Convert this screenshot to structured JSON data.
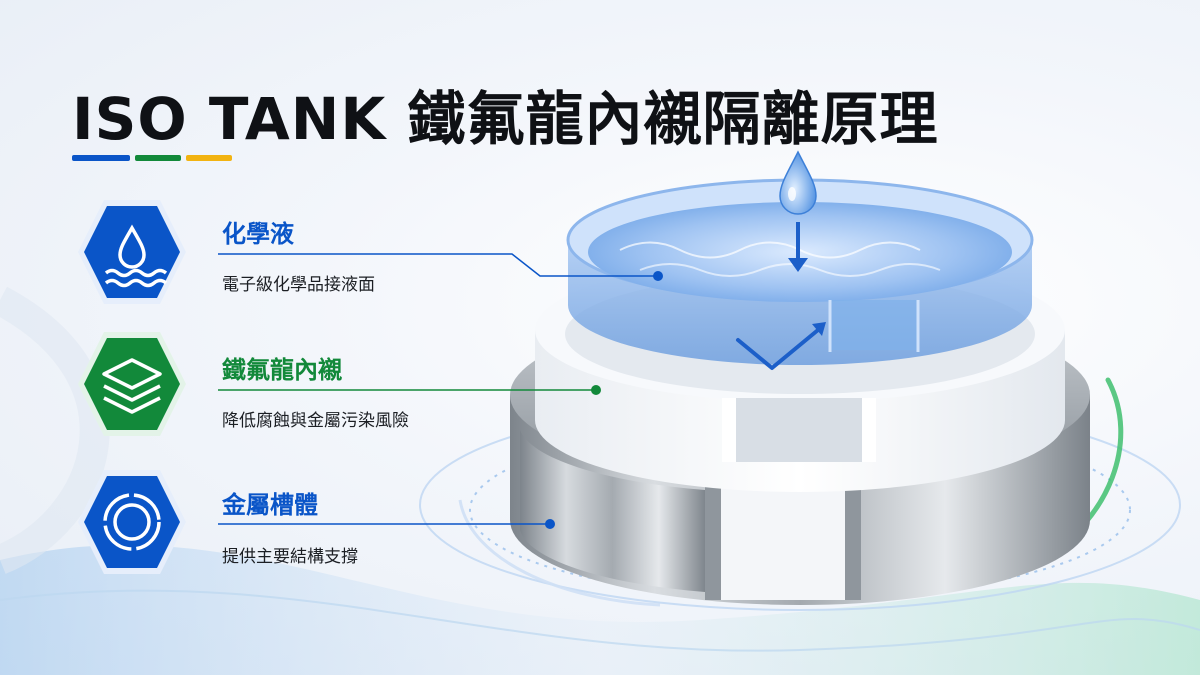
{
  "title": "ISO TANK 鐵氟龍內襯隔離原理",
  "colors": {
    "blue": "#0a55c8",
    "green": "#12893a",
    "yellow": "#f2b311",
    "steel": "#9aa1a8"
  },
  "layers": [
    {
      "title": "化學液",
      "description": "電子級化學品接液面",
      "icon": "water-drop-icon",
      "color": "#0a55c8"
    },
    {
      "title": "鐵氟龍內襯",
      "description": "降低腐蝕與金屬污染風險",
      "icon": "layers-icon",
      "color": "#12893a"
    },
    {
      "title": "金屬槽體",
      "description": "提供主要結構支撐",
      "icon": "ring-icon",
      "color": "#0a55c8"
    }
  ]
}
